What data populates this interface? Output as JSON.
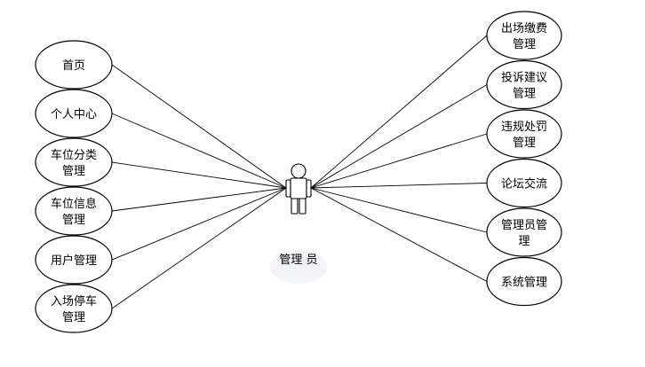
{
  "actor": {
    "name": "管理 员"
  },
  "left_use_cases": [
    {
      "lines": [
        "首页"
      ]
    },
    {
      "lines": [
        "个人中心"
      ]
    },
    {
      "lines": [
        "车位分类",
        "管理"
      ]
    },
    {
      "lines": [
        "车位信息",
        "管理"
      ]
    },
    {
      "lines": [
        "用户管理"
      ]
    },
    {
      "lines": [
        "入场停车",
        "管理"
      ]
    }
  ],
  "right_use_cases": [
    {
      "lines": [
        "出场缴费",
        "管理"
      ]
    },
    {
      "lines": [
        "投诉建议",
        "管理"
      ]
    },
    {
      "lines": [
        "违规处罚",
        "管理"
      ]
    },
    {
      "lines": [
        "论坛交流"
      ]
    },
    {
      "lines": [
        "管理员管",
        "理"
      ]
    },
    {
      "lines": [
        "系统管理"
      ]
    }
  ]
}
